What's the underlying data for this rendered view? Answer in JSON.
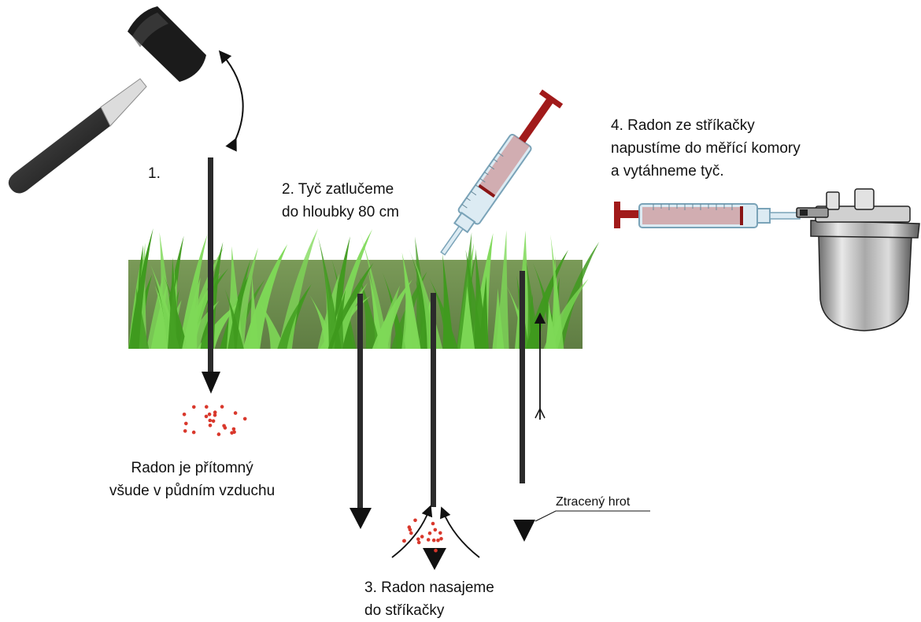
{
  "labels": {
    "step1": "1.",
    "step2": [
      "2. Tyč zatlučeme",
      "do hloubky 80 cm"
    ],
    "radon_present": [
      "Radon je přítomný",
      "všude v půdním vzduchu"
    ],
    "step3": [
      "3. Radon nasajeme",
      "do stříkačky"
    ],
    "step4": [
      "4. Radon ze stříkačky",
      "napustíme do měřící komory",
      "a vytáhneme tyč."
    ],
    "lost_tip": "Ztracený hrot"
  },
  "colors": {
    "grass_light": "#7ed957",
    "grass_dark": "#3f9a1e",
    "soil": "#6b8f4a",
    "rod": "#2b2b2b",
    "radon_dots": "#d9382c",
    "syringe_red": "#b01d1d",
    "syringe_glass": "#d8e7ef",
    "chamber_metal": "#b9b9b9"
  },
  "icons": [
    "mallet-icon",
    "swing-arrow-icon",
    "syringe-icon",
    "measuring-chamber-icon",
    "radon-dots-icon"
  ]
}
